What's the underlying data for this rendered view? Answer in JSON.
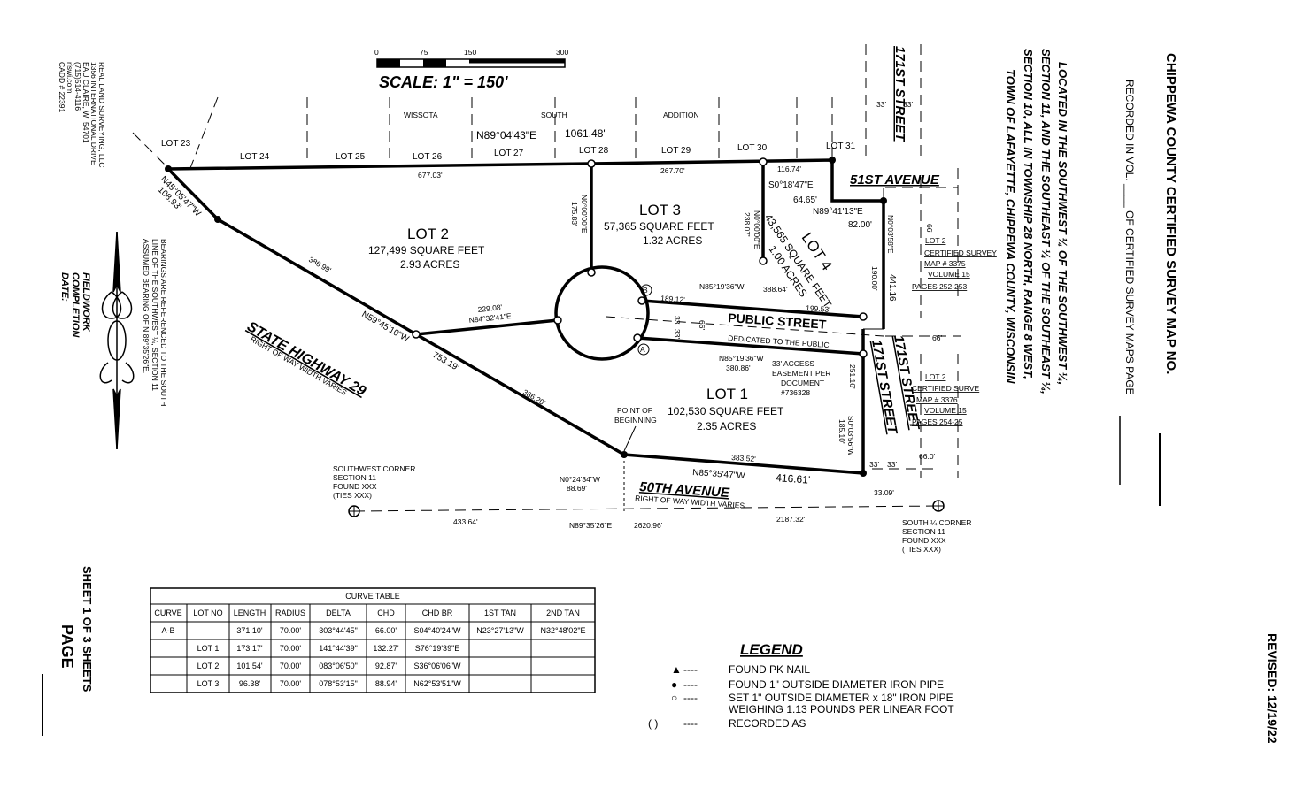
{
  "title": {
    "l1": "CHIPPEWA COUNTY CERTIFIED SURVEY MAP NO.",
    "l2": "RECORDED IN VOL. ____ OF CERTIFIED SURVEY MAPS PAGE",
    "loc1": "LOCATED IN THE SOUTHWEST ¼ OF THE SOUTHWEST ¼,",
    "loc2": "SECTION 11, AND THE SOUTHEAST ¼ OF THE SOUTHEAST ¼,",
    "loc3": "SECTION 10, ALL IN TOWNSHIP 28 NORTH, RANGE 8 WEST,",
    "loc4": "TOWN OF LAFAYETTE, CHIPPEWA COUNTY, WISCONSIN"
  },
  "revised": "REVISED: 12/19/22",
  "sheet": "SHEET 1 OF 3 SHEETS",
  "page": "PAGE",
  "surveyor": [
    "REAL LAND SURVEYING, LLC",
    "1356 INTERNATIONAL DRIVE",
    "EAU CLAIRE, WI 54701",
    "(715)514-4116",
    "rlswi.com",
    "CADD # 22391"
  ],
  "fieldwork": [
    "FIELDWORK",
    "COMPLETION",
    "DATE:"
  ],
  "bearings_note": [
    "BEARINGS ARE REFERENCED TO THE SOUTH",
    "LINE OF THE SOUTHWEST ¼, SECTION 11",
    "ASSUMED BEARING OF N.89°35'26\"E."
  ],
  "scale": {
    "label": "SCALE: 1\" = 150'",
    "ticks": [
      "0",
      "75",
      "150",
      "300"
    ]
  },
  "lots_top": [
    "LOT 23",
    "LOT 24",
    "LOT 25",
    "LOT 26",
    "LOT 27",
    "LOT 28",
    "LOT 29",
    "LOT 30",
    "LOT 31"
  ],
  "subdivision": [
    "WISSOTA",
    "SOUTH",
    "ADDITION"
  ],
  "lot1": {
    "name": "LOT 1",
    "sqft": "102,530 SQUARE FEET",
    "acres": "2.35 ACRES"
  },
  "lot2": {
    "name": "LOT 2",
    "sqft": "127,499 SQUARE FEET",
    "acres": "2.93 ACRES"
  },
  "lot3": {
    "name": "LOT 3",
    "sqft": "57,365 SQUARE FEET",
    "acres": "1.32 ACRES"
  },
  "lot4": {
    "name": "LOT 4",
    "sqft": "43,565 SQUARE FEET",
    "acres": "1.00 ACRES"
  },
  "streets": {
    "st171_top": "171ST STREET",
    "ave51": "51ST AVENUE",
    "public": "PUBLIC STREET",
    "dedicated": "DEDICATED TO THE PUBLIC",
    "st171_mid": "171ST STREET",
    "ave50": "50TH AVENUE",
    "ave50_row": "RIGHT OF WAY WIDTH VARIES",
    "hwy": "STATE HIGHWAY 29",
    "hwy_row": "RIGHT OF WAY WIDTH VARIES"
  },
  "dims": {
    "top_bearing": "N89°04'43\"E",
    "top_dist": "1061.48'",
    "d677": "677.03'",
    "d267": "267.70'",
    "d116": "116.74'",
    "s018": "S0°18'47\"E",
    "d64": "64.65'",
    "n8941": "N89°41'13\"E",
    "d82": "82.00'",
    "n4505": "N45°05'47\"W",
    "d108": "108.93'",
    "d386a": "386.99'",
    "n5945": "N59°45'10\"W",
    "d753": "753.19'",
    "d386b": "386.20'",
    "d229": "229.08'",
    "n8432": "N84°32'41\"E",
    "n0000a": "N0°00'00\"E",
    "d175": "175.83'",
    "n0000b": "N0°00'00\"E",
    "d238": "238.07'",
    "n8519a": "N85°19'36\"W",
    "d388": "388.64'",
    "d189": "189.12'",
    "d199": "199.53'",
    "n0003a": "N0°03'58\"E",
    "d190": "190.00'",
    "d441": "441.16'",
    "n8519b": "N85°19'36\"W",
    "d380": "380.86'",
    "access": [
      "33' ACCESS",
      "EASEMENT PER",
      "DOCUMENT",
      "#736328"
    ],
    "d251": "251.16'",
    "s0003": "S0°03'56\"W",
    "d185": "185.10'",
    "d383": "383.52'",
    "n8535": "N85°35'47\"W",
    "d416": "416.61'",
    "n0024": "N0°24'34\"W",
    "d88": "88.69'",
    "d433": "433.64'",
    "n8935": "N89°35'26\"E",
    "d2620": "2620.96'",
    "d2187": "2187.32'",
    "d33": "33'",
    "d66": "66'",
    "d660": "66.0'",
    "d3309": "33.09'"
  },
  "pob": [
    "POINT OF",
    "BEGINNING"
  ],
  "sw_corner": [
    "SOUTHWEST CORNER",
    "SECTION 11",
    "FOUND XXX",
    "(TIES XXX)"
  ],
  "s_corner": [
    "SOUTH ¼ CORNER",
    "SECTION 11",
    "FOUND XXX",
    "(TIES XXX)"
  ],
  "csm_upper": [
    "LOT 2",
    "CERTIFIED SURVEY",
    "MAP # 3375",
    "VOLUME 15",
    "PAGES 252-253"
  ],
  "csm_lower": [
    "LOT 2",
    "CERTIFIED SURVE",
    "MAP # 3376",
    "VOLUME 15",
    "PAGES 254-25"
  ],
  "point_a": "A",
  "point_b": "B",
  "curve_table": {
    "title": "CURVE TABLE",
    "headers": [
      "CURVE",
      "LOT NO",
      "LENGTH",
      "RADIUS",
      "DELTA",
      "CHD",
      "CHD BR",
      "1ST TAN",
      "2ND TAN"
    ],
    "rows": [
      [
        "A-B",
        "",
        "371.10'",
        "70.00'",
        "303°44'45\"",
        "66.00'",
        "S04°40'24\"W",
        "N23°27'13\"W",
        "N32°48'02\"E"
      ],
      [
        "",
        "LOT 1",
        "173.17'",
        "70.00'",
        "141°44'39\"",
        "132.27'",
        "S76°19'39\"E",
        "",
        ""
      ],
      [
        "",
        "LOT 2",
        "101.54'",
        "70.00'",
        "083°06'50\"",
        "92.87'",
        "S36°06'06\"W",
        "",
        ""
      ],
      [
        "",
        "LOT 3",
        "96.38'",
        "70.00'",
        "078°53'15\"",
        "88.94'",
        "N62°53'51\"W",
        "",
        ""
      ]
    ]
  },
  "legend": {
    "title": "LEGEND",
    "items": [
      {
        "symbol": "▲",
        "text": "FOUND PK NAIL"
      },
      {
        "symbol": "●",
        "text": "FOUND 1\" OUTSIDE DIAMETER IRON PIPE"
      },
      {
        "symbol": "○",
        "text": "SET 1\" OUTSIDE DIAMETER x 18\" IRON PIPE"
      },
      {
        "symbol": "",
        "text": "WEIGHING 1.13 POUNDS PER LINEAR FOOT"
      },
      {
        "symbol": "(    )",
        "text": "RECORDED AS"
      }
    ]
  }
}
